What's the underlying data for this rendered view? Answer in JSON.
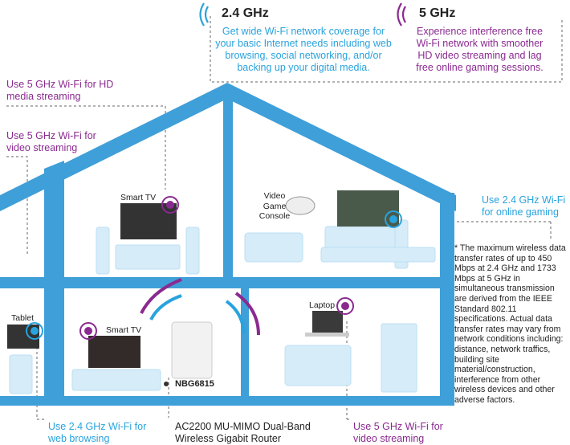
{
  "legend": {
    "ghz24": {
      "band": "2.4 GHz",
      "text": "Get wide Wi-Fi network coverage for your basic Internet needs including web browsing, social networking, and/or backing up your digital media."
    },
    "ghz5": {
      "band": "5 GHz",
      "text": "Experience interference free Wi-Fi network with smoother HD video streaming and lag free online gaming sessions."
    }
  },
  "callouts": {
    "hd_streaming": "Use 5 GHz Wi-Fi for HD media streaming",
    "video_streaming_top": "Use 5 GHz Wi-Fi for video streaming",
    "online_gaming": "Use 2.4 GHz Wi-Fi for online gaming",
    "web_browsing": "Use 2.4 GHz Wi-Fi for web browsing",
    "video_streaming_bottom": "Use 5 GHz Wi-Fi for video streaming"
  },
  "devices": {
    "smart_tv_upper": "Smart TV",
    "game_console": "Video Game Console",
    "tablet": "Tablet",
    "smart_tv_lower": "Smart TV",
    "laptop": "Laptop",
    "router_model": "NBG6815"
  },
  "router_description": "AC2200 MU-MIMO Dual-Band Wireless Gigabit Router",
  "footnote": "* The maximum wireless data transfer rates of up to 450 Mbps at 2.4 GHz and 1733 Mbps at 5 GHz in simultaneous transmission are derived from the IEEE Standard 802.11 specifications. Actual data transfer rates may vary from network conditions including: distance, network traffics, building site material/construction, interference from other wireless devices and other adverse factors.",
  "colors": {
    "house": "#3f9fd8",
    "furniture": "#d6ecf8",
    "ghz24": "#29a3dd",
    "ghz5": "#8a2a90"
  }
}
